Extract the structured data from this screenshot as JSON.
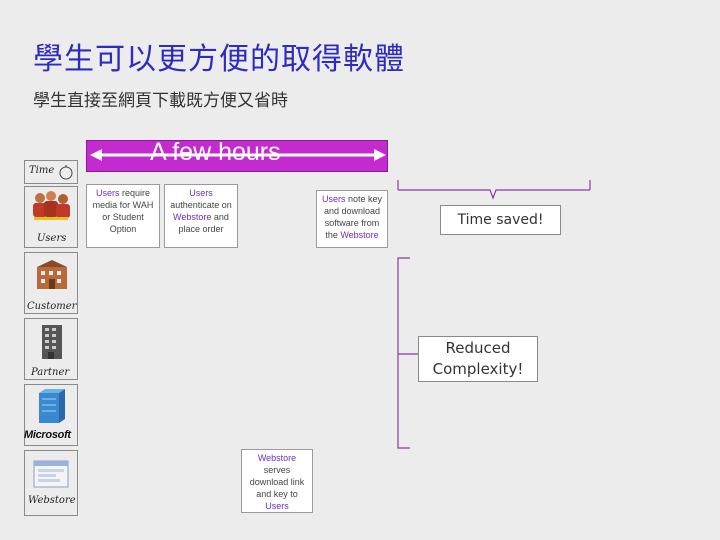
{
  "title": "學生可以更方便的取得軟體",
  "subtitle": "學生直接至網頁下載既方便又省時",
  "lanes": {
    "time": "Time",
    "users": "Users",
    "customer": "Customer",
    "partner": "Partner",
    "microsoft": "Microsoft",
    "webstore": "Webstore"
  },
  "duration": "A few hours",
  "steps": [
    {
      "pre": "",
      "hl": "Users",
      "post": " require media for WAH or Student Option"
    },
    {
      "pre": "",
      "hl": "Users",
      "post": " authenticate on ",
      "hl2": "Webstore",
      "post2": " and place order"
    },
    {
      "pre": "",
      "hl": "Users",
      "post": " note key and download software from the ",
      "hl2": "Webstore",
      "post2": ""
    },
    {
      "pre": "",
      "hl": "Webstore",
      "post": " serves download link and key to ",
      "hl2": "Users",
      "post2": ""
    }
  ],
  "callouts": {
    "time_saved": "Time saved!",
    "reduced_line1": "Reduced",
    "reduced_line2": "Complexity!"
  },
  "colors": {
    "title": "#2e2cc0",
    "duration_bar": "#c32bd1",
    "highlight": "#6a2fd0",
    "bracket": "#8a3aa0"
  }
}
